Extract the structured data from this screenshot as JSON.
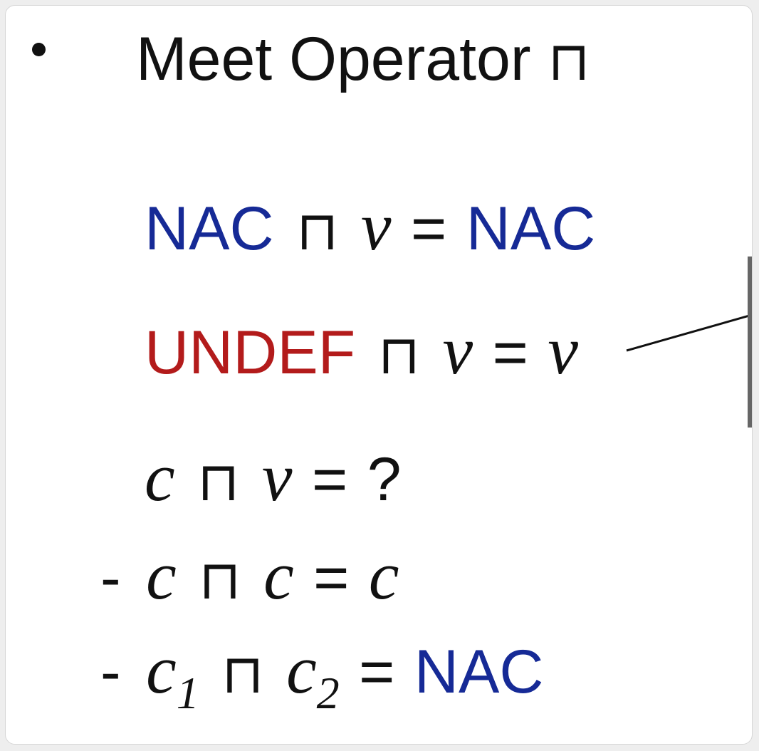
{
  "title": {
    "text": "Meet Operator",
    "meet_symbol": "⊓"
  },
  "rules": {
    "nac_rule": {
      "left": "NAC",
      "meet": "⊓",
      "var": "v",
      "equals": "=",
      "result": "NAC"
    },
    "undef_rule": {
      "left": "UNDEF",
      "meet": "⊓",
      "var": "v",
      "equals": "=",
      "result": "v"
    },
    "const_rule": {
      "left": "c",
      "meet": "⊓",
      "var": "v",
      "equals": "=",
      "result": "?"
    }
  },
  "cases": {
    "same": {
      "dash": "-",
      "left": "c",
      "meet": "⊓",
      "right": "c",
      "equals": "=",
      "result": "c"
    },
    "different": {
      "dash": "-",
      "left": "c",
      "left_sub": "1",
      "meet": "⊓",
      "right": "c",
      "right_sub": "2",
      "equals": "=",
      "result": "NAC"
    }
  },
  "colors": {
    "nac_blue": "#162a96",
    "undef_red": "#b31b1b",
    "text": "#111111"
  }
}
